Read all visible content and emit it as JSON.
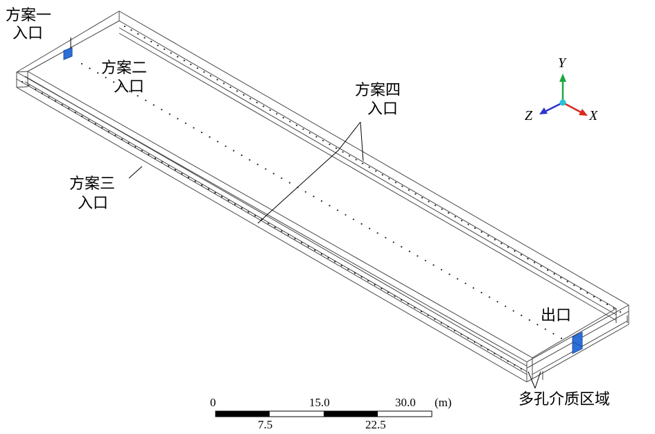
{
  "labels": {
    "scheme1_line1": "方案一",
    "scheme1_line2": "入口",
    "scheme2_line1": "方案二",
    "scheme2_line2": "入口",
    "scheme3_line1": "方案三",
    "scheme3_line2": "入口",
    "scheme4_line1": "方案四",
    "scheme4_line2": "入口",
    "outlet": "出口",
    "porous_region": "多孔介质区域"
  },
  "axes": {
    "x": "X",
    "y": "Y",
    "z": "Z"
  },
  "colors": {
    "inlet_outlet": "#2e6fd6",
    "x_axis": "#d9281d",
    "y_axis": "#1aa83b",
    "z_axis": "#2b35c9",
    "origin": "#27c2d6"
  },
  "scale_bar": {
    "top_ticks": [
      "0",
      "15.0",
      "30.0"
    ],
    "bottom_ticks": [
      "7.5",
      "22.5"
    ],
    "unit": "(m)"
  }
}
